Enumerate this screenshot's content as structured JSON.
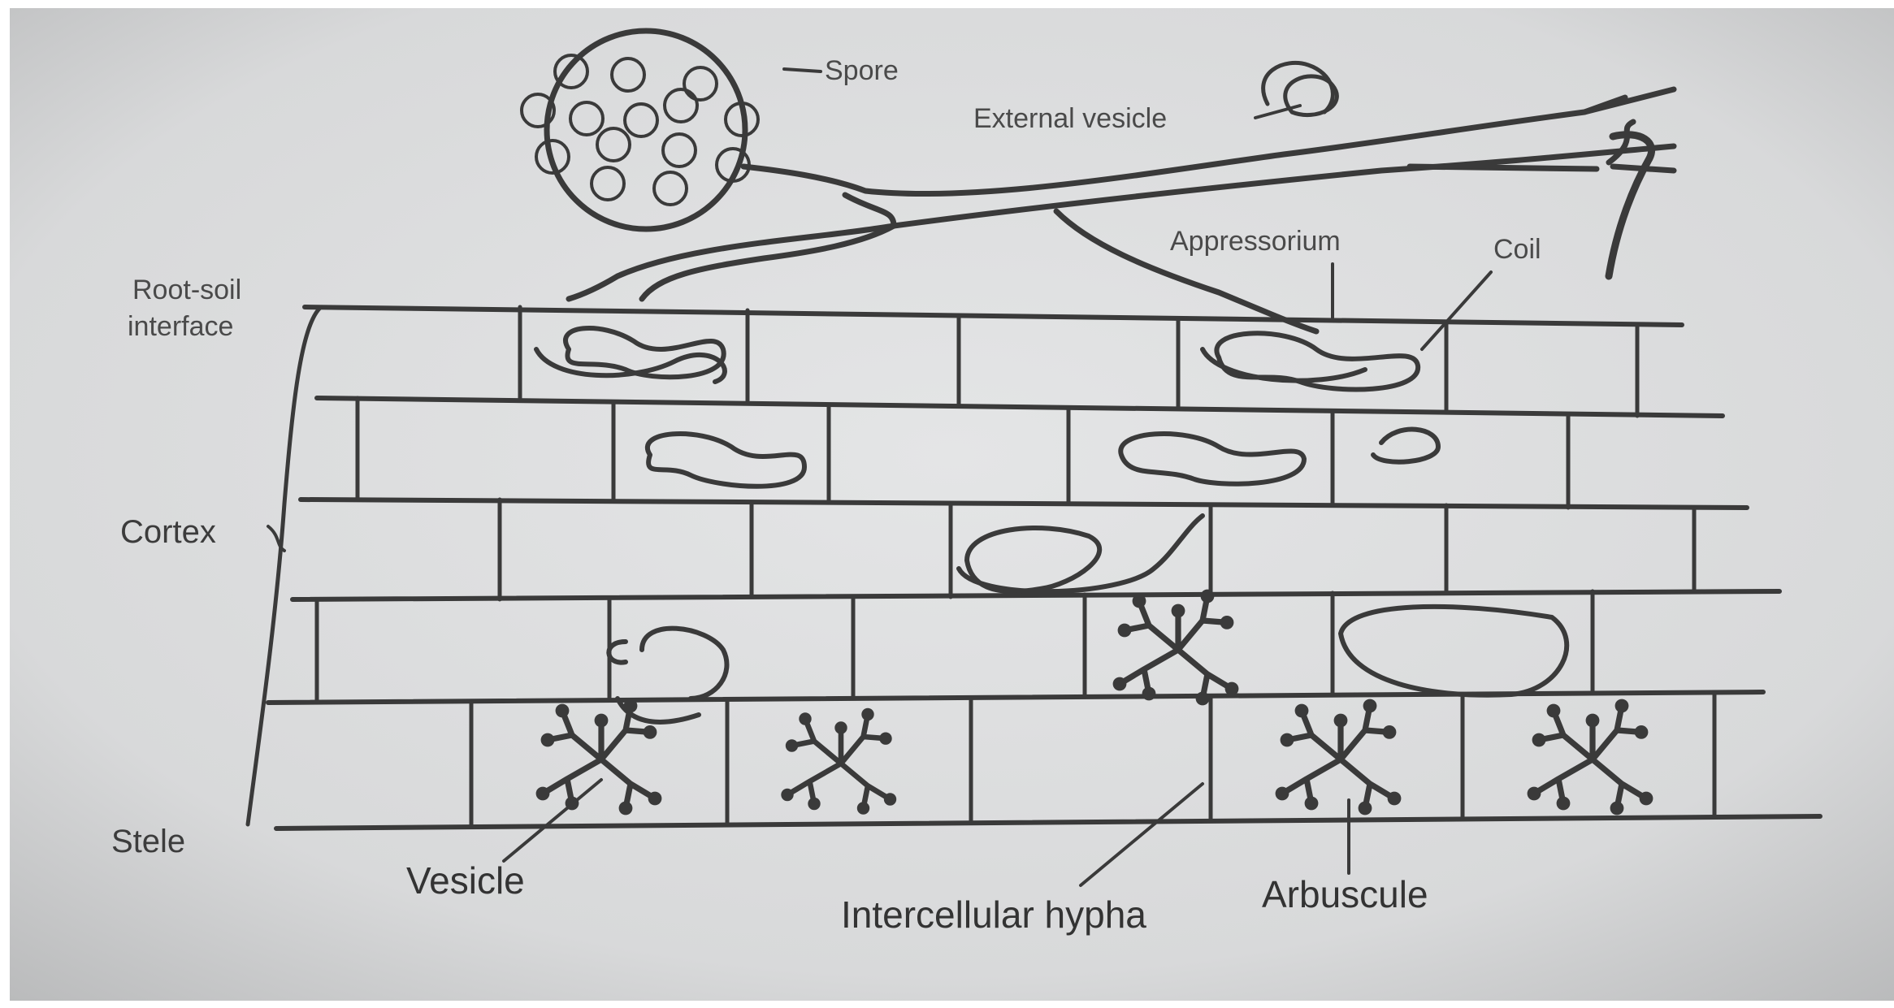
{
  "diagram": {
    "labels": {
      "spore": "Spore",
      "external_vesicle": "External vesicle",
      "appressorium": "Appressorium",
      "coil": "Coil",
      "root_soil_interface_line1": "Root-soil",
      "root_soil_interface_line2": "interface",
      "cortex": "Cortex",
      "stele": "Stele",
      "vesicle": "Vesicle",
      "intercellular_hypha": "Intercellular hypha",
      "arbuscule": "Arbuscule"
    },
    "colors": {
      "paper": "#d9dadb",
      "ink": "#3a3a3a",
      "background": "#ffffff"
    }
  }
}
